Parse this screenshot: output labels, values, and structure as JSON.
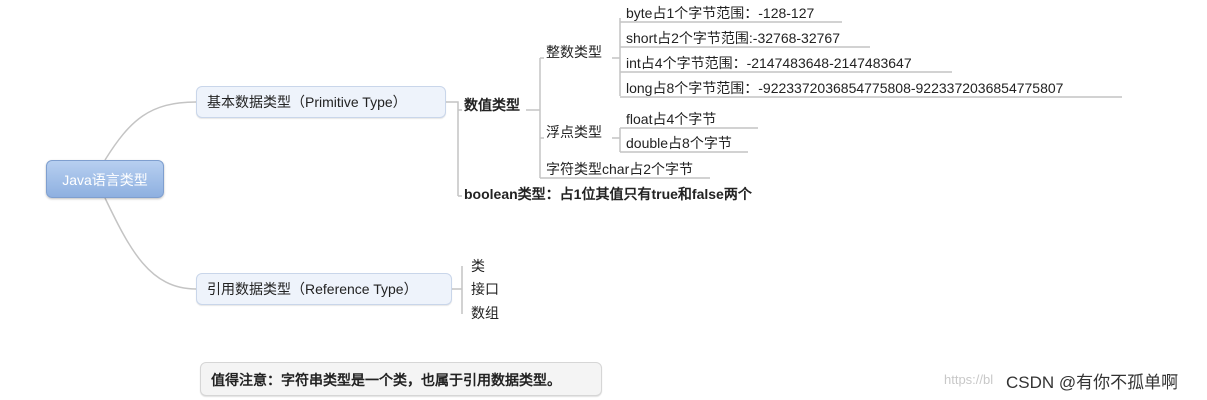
{
  "root": {
    "label": "Java语言类型"
  },
  "primitive": {
    "label": "基本数据类型（Primitive Type）",
    "numeric": {
      "label": "数值类型",
      "integer": {
        "label": "整数类型",
        "items": [
          "byte占1个字节范围：-128-127",
          "short占2个字节范围:-32768-32767",
          "int占4个字节范围：-2147483648-2147483647",
          "long占8个字节范围：-9223372036854775808-9223372036854775807"
        ]
      },
      "float": {
        "label": "浮点类型",
        "items": [
          "float占4个字节",
          "double占8个字节"
        ]
      },
      "char": "字符类型char占2个字节"
    },
    "boolean": "boolean类型：占1位其值只有true和false两个"
  },
  "reference": {
    "label": "引用数据类型（Reference Type）",
    "items": [
      "类",
      "接口",
      "数组"
    ]
  },
  "note": "值得注意：字符串类型是一个类，也属于引用数据类型。",
  "watermark": {
    "url_fragment": "https://bl",
    "brand": "CSDN @有你不孤单啊"
  }
}
